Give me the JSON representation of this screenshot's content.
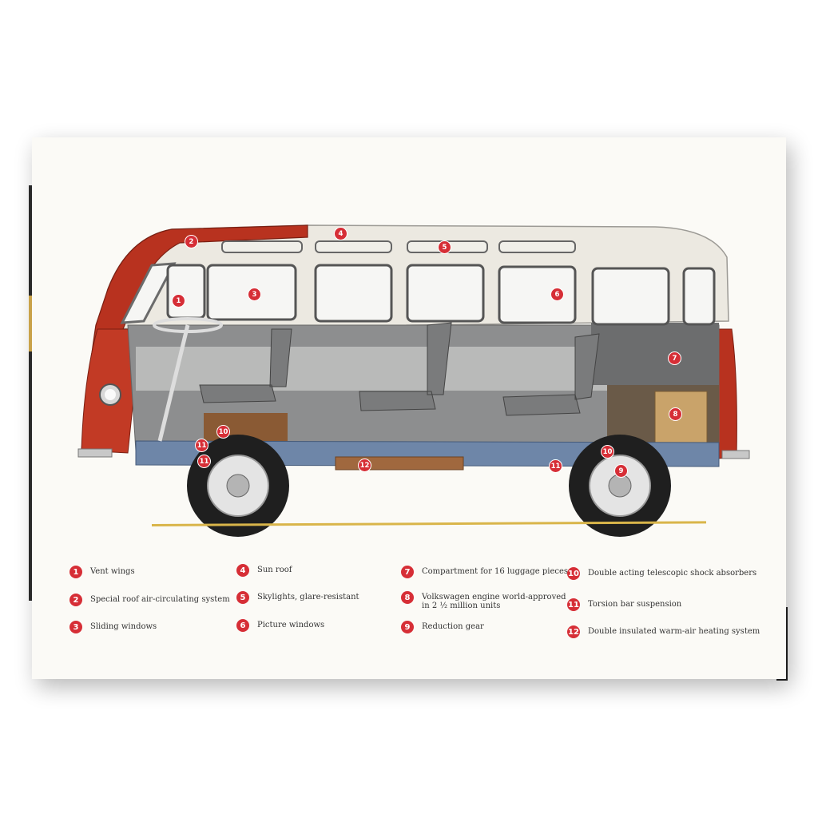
{
  "legend": [
    {
      "num": "1",
      "text": "Vent wings"
    },
    {
      "num": "2",
      "text": "Special roof air-circulating system"
    },
    {
      "num": "3",
      "text": "Sliding windows"
    },
    {
      "num": "4",
      "text": "Sun roof"
    },
    {
      "num": "5",
      "text": "Skylights, glare-resistant"
    },
    {
      "num": "6",
      "text": "Picture windows"
    },
    {
      "num": "7",
      "text": "Compartment for 16 luggage pieces"
    },
    {
      "num": "8",
      "text": "Volkswagen engine world-approved\nin 2 ½ million units"
    },
    {
      "num": "9",
      "text": "Reduction gear"
    },
    {
      "num": "10",
      "text": "Double acting telescopic shock absorbers"
    },
    {
      "num": "11",
      "text": "Torsion bar suspension"
    },
    {
      "num": "12",
      "text": "Double insulated warm-air heating system"
    }
  ],
  "callouts": [
    "1",
    "2",
    "3",
    "4",
    "5",
    "6",
    "7",
    "8",
    "9",
    "10",
    "11",
    "11",
    "10",
    "11",
    "12",
    "9"
  ],
  "colors": {
    "badge": "#d62e36",
    "body_red": "#b8321f",
    "body_cream": "#ece9e1",
    "interior_grey": "#8d8e8f",
    "frame_blue": "#6e86a8",
    "floor_brown": "#8a5a34",
    "ground_line": "#d9b54a"
  }
}
